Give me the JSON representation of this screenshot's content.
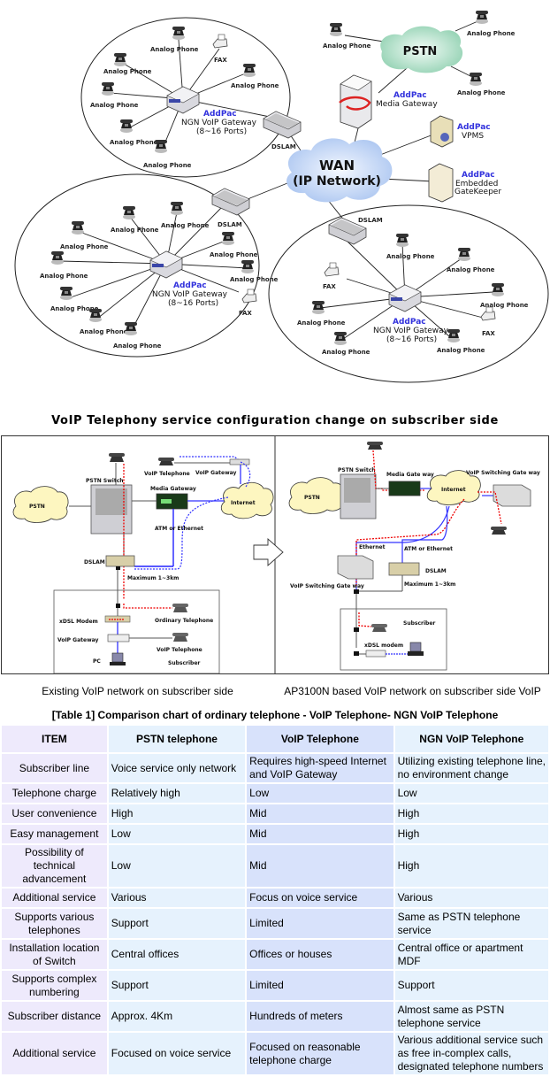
{
  "topology": {
    "wan_cloud": [
      "WAN",
      "(IP Network)"
    ],
    "pstn_cloud": "PSTN",
    "brand": "AddPac",
    "gateway_label": [
      "NGN VoIP Gateway",
      "(8~16 Ports)"
    ],
    "dslam_label": "DSLAM",
    "analog_phone_label": "Analog Phone",
    "fax_label": "FAX",
    "media_gateway_label": "Media Gateway",
    "vpms_label": "VPMS",
    "gatekeeper_label": [
      "Embedded",
      "GateKeeper"
    ]
  },
  "config_section": {
    "title": "VoIP Telephony service configuration change on subscriber side",
    "left": {
      "caption": "Existing VoIP network on subscriber side",
      "labels": {
        "pstn": "PSTN",
        "pstn_switch": "PSTN Switch",
        "voip_telephone": "VoIP Telephone",
        "voip_gateway": "VoIP Gateway",
        "media_gateway": "Media Gateway",
        "internet": "Internet",
        "atm_ethernet": "ATM or Ethernet",
        "dslam": "DSLAM",
        "maximum": "Maximum 1~3km",
        "xdsl_modem": "xDSL Modem",
        "ordinary_telephone": "Ordinary Telephone",
        "voip_gateway_sub": "VoIP Gateway",
        "voip_telephone_sub": "VoIP Telephone",
        "pc": "PC",
        "subscriber": "Subscriber"
      }
    },
    "right": {
      "caption": "AP3100N based VoIP network on subscriber side VoIP",
      "labels": {
        "pstn": "PSTN",
        "pstn_switch": "PSTN Switch",
        "media_gateway": "Media Gate way",
        "internet": "Internet",
        "voip_switching_gateway_top": "VoIP Switching Gate way",
        "ethernet": "Ethernet",
        "atm_ethernet": "ATM or Ethernet",
        "dslam": "DSLAM",
        "voip_switching_gateway": "VoIP Switching Gate way",
        "maximum": "Maximum 1~3km",
        "subscriber": "Subscriber",
        "xdsl_modem": "xDSL modem"
      }
    }
  },
  "comparison_table": {
    "title": "[Table 1] Comparison chart of ordinary telephone - VoIP Telephone- NGN VoIP Telephone",
    "headers": [
      "ITEM",
      "PSTN telephone",
      "VoIP Telephone",
      "NGN VoIP Telephone"
    ],
    "rows": [
      [
        "Subscriber line",
        "Voice service only network",
        "Requires high-speed Internet and VoIP Gateway",
        "Utilizing existing telephone line, no environment change"
      ],
      [
        "Telephone charge",
        "Relatively high",
        "Low",
        "Low"
      ],
      [
        "User convenience",
        "High",
        "Mid",
        "High"
      ],
      [
        "Easy management",
        "Low",
        "Mid",
        "High"
      ],
      [
        "Possibility of technical advancement",
        "Low",
        "Mid",
        "High"
      ],
      [
        "Additional service",
        "Various",
        "Focus on voice service",
        "Various"
      ],
      [
        "Supports various telephones",
        "Support",
        "Limited",
        "Same as PSTN telephone service"
      ],
      [
        "Installation location of Switch",
        "Central offices",
        "Offices or houses",
        "Central office or apartment MDF"
      ],
      [
        "Supports complex numbering",
        "Support",
        "Limited",
        "Support"
      ],
      [
        "Subscriber distance",
        "Approx. 4Km",
        "Hundreds of meters",
        "Almost same as PSTN telephone service"
      ],
      [
        "Additional service",
        "Focused on voice service",
        "Focused on reasonable telephone charge",
        "Various additional service such as free in-complex calls, designated telephone numbers"
      ]
    ]
  }
}
